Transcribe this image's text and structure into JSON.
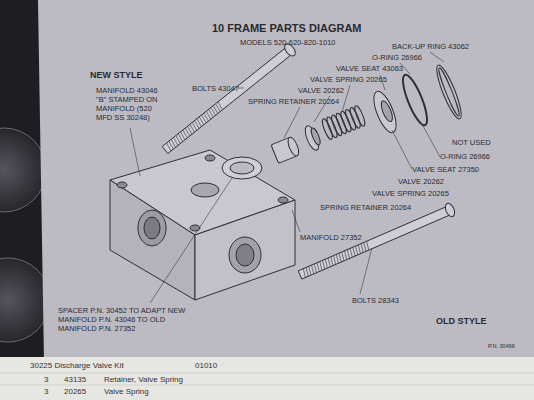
{
  "diagram": {
    "title": "10 FRAME PARTS DIAGRAM",
    "labels": [
      "MODELS 520-620-820-1010",
      "NEW STYLE",
      "MANIFOLD 43046 \"B\" STAMPED ON MANIFOLD (520 MFD SS 30248)",
      "BOLTS 43047",
      "BACK-UP RING 43062",
      "O-RING 26966",
      "VALVE SEAT 43063",
      "VALVE SPRING 20265",
      "VALVE 20262",
      "SPRING RETAINER 20264",
      "NOT USED",
      "O-RING 26966",
      "VALVE SEAT 27350",
      "VALVE 20262",
      "VALVE SPRING 20265",
      "SPRING RETAINER 20264",
      "MANIFOLD 27352",
      "BOLTS 28343",
      "SPACER P.N. 30452 TO ADAPT NEW MANIFOLD P.N. 43046 TO OLD MANIFOLD P.N. 27352",
      "OLD STYLE",
      "P.N. 30466",
      "30225 Discharge Valve Kit",
      "01010",
      "3",
      "43135",
      "Retainer, Valve Spring",
      "3",
      "20265",
      "Valve Spring"
    ]
  }
}
